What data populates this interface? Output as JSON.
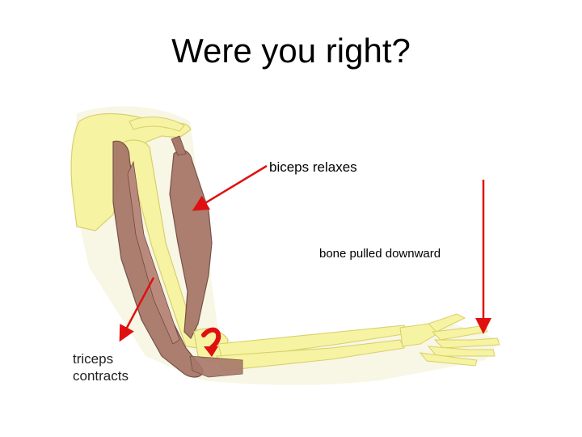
{
  "slide": {
    "title": "Were you right?"
  },
  "labels": {
    "biceps": "biceps relaxes",
    "bone": "bone pulled downward",
    "triceps_line1": "triceps",
    "triceps_line2": "contracts"
  },
  "colors": {
    "bone": "#f6f3a3",
    "bone_outline": "#d8d06a",
    "muscle": "#a8786a",
    "muscle_outline": "#6e4a40",
    "arrow": "#e01010",
    "shadow": "#f3efcf"
  }
}
